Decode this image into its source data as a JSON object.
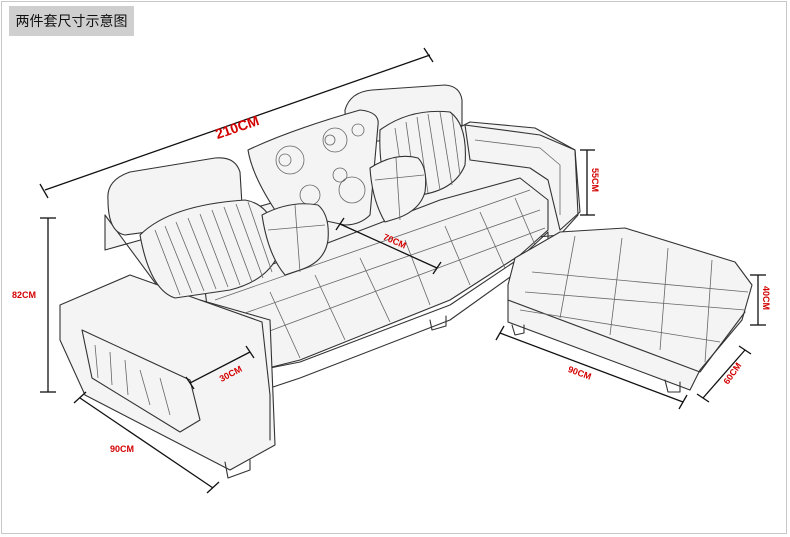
{
  "title": "两件套尺寸示意图",
  "dimensions": {
    "sofa_length": "210CM",
    "back_height": "55CM",
    "seat_depth": "70CM",
    "total_height": "82CM",
    "arm_width": "30CM",
    "arm_depth": "90CM",
    "ottoman_length": "90CM",
    "ottoman_width": "60CM",
    "ottoman_height": "40CM"
  }
}
